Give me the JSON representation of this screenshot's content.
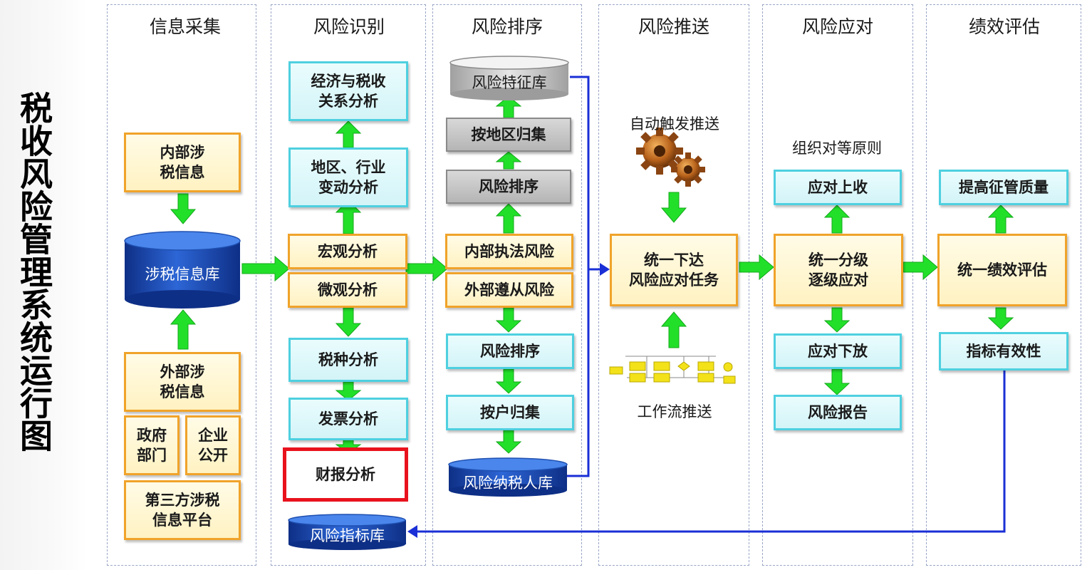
{
  "side_title": "税收风险管理系统运行图",
  "columns": [
    {
      "title": "信息采集"
    },
    {
      "title": "风险识别"
    },
    {
      "title": "风险排序"
    },
    {
      "title": "风险推送"
    },
    {
      "title": "风险应对"
    },
    {
      "title": "绩效评估"
    }
  ],
  "collect": {
    "internal": "内部涉\n税信息",
    "db": "涉税信息库",
    "external": "外部涉\n税信息",
    "gov": "政府\n部门",
    "enterprise": "企业\n公开",
    "third_party": "第三方涉税\n信息平台"
  },
  "identify": {
    "economy": "经济与税收\n关系分析",
    "region_industry": "地区、行业\n变动分析",
    "macro": "宏观分析",
    "micro": "微观分析",
    "tax_type": "税种分析",
    "invoice": "发票分析",
    "financial": "财报分析",
    "indicator_db": "风险指标库"
  },
  "rank": {
    "feature_db": "风险特征库",
    "by_region": "按地区归集",
    "ranking_gray": "风险排序",
    "internal_risk": "内部执法风险",
    "external_risk": "外部遵从风险",
    "ranking": "风险排序",
    "by_household": "按户归集",
    "taxpayer_db": "风险纳税人库"
  },
  "push": {
    "auto_push": "自动触发推送",
    "task": "统一下达\n风险应对任务",
    "workflow": "工作流推送"
  },
  "respond": {
    "principle": "组织对等原则",
    "up": "应对上收",
    "grading": "统一分级\n逐级应对",
    "down": "应对下放",
    "report": "风险报告"
  },
  "evaluate": {
    "quality": "提高征管质量",
    "unified": "统一绩效评估",
    "validity": "指标有效性"
  },
  "colors": {
    "orange_border": "#f0a32a",
    "teal_border": "#4ed0e0",
    "arrow_green": "#22e02a",
    "db_blue": "#1d4fb5",
    "line_blue": "#1a2fd6",
    "highlight": "#e8121d"
  }
}
